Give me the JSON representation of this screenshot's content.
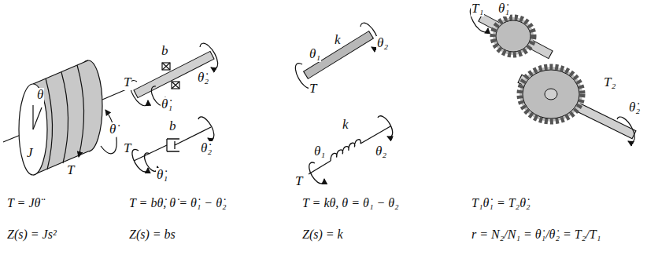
{
  "diagram": {
    "labels": [
      "θ",
      "J",
      "θ̇",
      "T",
      "T = Jθ̈",
      "Z(s) = Js²",
      "b",
      "T",
      "θ̇₁",
      "θ̇₂",
      "T",
      "b",
      "θ̇₁",
      "θ̇₂",
      "T = bθ̇, θ̇ = θ̇₁ − θ̇₂",
      "Z(s) = bs",
      "k",
      "T",
      "θ₁",
      "θ₂",
      "k",
      "θ₁",
      "θ₂",
      "T",
      "T = kθ, θ = θ₁ − θ₂",
      "Z(s) = k",
      "T₁",
      "θ̇₁",
      "T₂",
      "θ̇₂",
      "T₁θ̇₁ = T₂θ̇₂",
      "r = N₂/N₁ = θ̇₁/θ̇₂ = T₂/T₁"
    ]
  }
}
